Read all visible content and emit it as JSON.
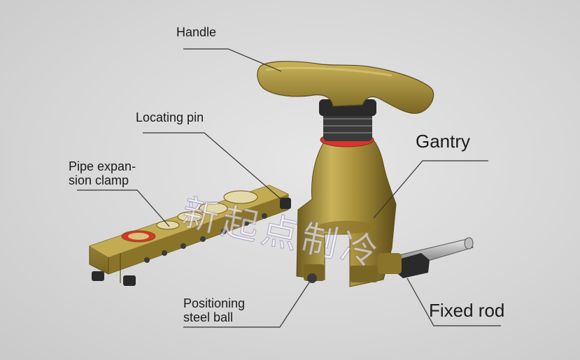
{
  "labels": {
    "handle": "Handle",
    "locating_pin": "Locating pin",
    "pipe_clamp_line1": "Pipe expan-",
    "pipe_clamp_line2": "sion clamp",
    "gantry": "Gantry",
    "positioning_line1": "Positioning",
    "positioning_line2": "steel ball",
    "fixed_rod": "Fixed rod"
  },
  "watermark": "新起点制冷",
  "colors": {
    "brass": "#a8903a",
    "brass_light": "#c9b35a",
    "brass_dark": "#6e5c1f",
    "ring_red": "#d8342b",
    "steel": "#9a9a9a",
    "dark": "#2a2a2a",
    "background": "#d9d9d9"
  }
}
